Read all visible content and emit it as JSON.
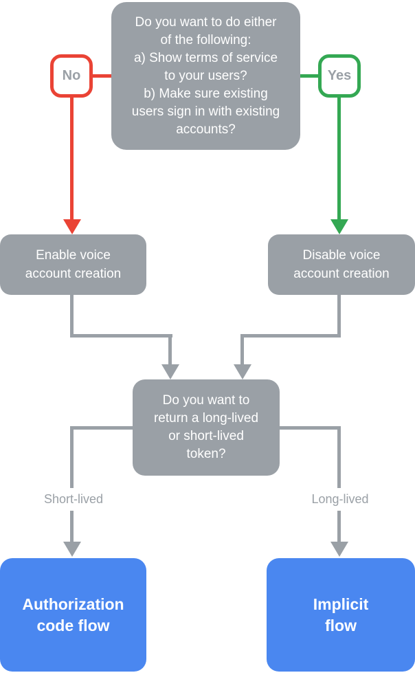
{
  "colors": {
    "box_gray": "#9AA0A6",
    "connector_gray": "#9AA0A6",
    "no_red": "#EA4335",
    "yes_green": "#34A853",
    "result_blue": "#4A87F0",
    "label_gray": "#9AA0A6",
    "text_white": "#FFFFFF"
  },
  "flowchart": {
    "top_question": {
      "lines": [
        "Do you want to do either",
        "of the following:",
        "a) Show terms of service",
        "to your users?",
        "b) Make sure existing",
        "users sign in with existing",
        "accounts?"
      ]
    },
    "no_badge": "No",
    "yes_badge": "Yes",
    "enable_node": {
      "lines": [
        "Enable voice",
        "account creation"
      ]
    },
    "disable_node": {
      "lines": [
        "Disable voice",
        "account creation"
      ]
    },
    "token_question": {
      "lines": [
        "Do you want to",
        "return a long-lived",
        "or short-lived",
        "token?"
      ]
    },
    "short_lived_label": "Short-lived",
    "long_lived_label": "Long-lived",
    "authorization_node": {
      "lines": [
        "Authorization",
        "code flow"
      ]
    },
    "implicit_node": {
      "lines": [
        "Implicit",
        "flow"
      ]
    }
  }
}
